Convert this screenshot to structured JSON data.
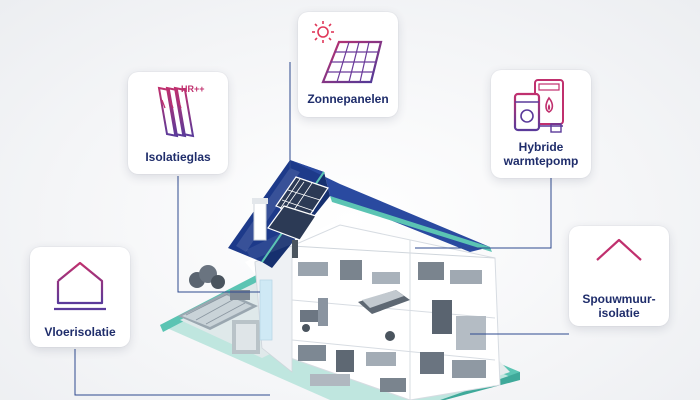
{
  "cards": {
    "zonnepanelen": {
      "label": "Zonnepanelen"
    },
    "isolatieglas": {
      "label": "Isolatieglas",
      "badge": "HR++"
    },
    "hybride": {
      "label_line1": "Hybride",
      "label_line2": "warmtepomp"
    },
    "spouwmuur": {
      "label_line1": "Spouwmuur-",
      "label_line2": "isolatie"
    },
    "vloer": {
      "label": "Vloerisolatie"
    }
  },
  "colors": {
    "navy": "#1f2d6b",
    "roof": "#1d3a8a",
    "teal": "#5bc4b3",
    "accent_magenta": "#c0306e",
    "accent_purple": "#5a3a9a",
    "sun": "#e0385a",
    "connector": "#2e4a8f"
  },
  "icons": [
    "sun-icon",
    "solar-panel-icon",
    "window-pane-icon",
    "heat-pump-icon",
    "flame-icon",
    "house-outline-icon",
    "floor-outline-icon"
  ]
}
